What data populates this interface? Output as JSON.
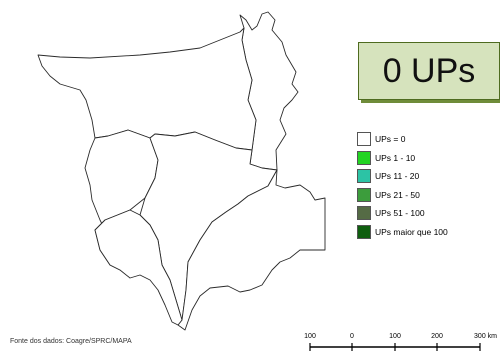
{
  "summary": {
    "count_text": "0 UPs"
  },
  "legend": {
    "items": [
      {
        "label": "UPs = 0",
        "color": "#ffffff"
      },
      {
        "label": "UPs 1 - 10",
        "color": "#22d422"
      },
      {
        "label": "UPs 11 - 20",
        "color": "#2cc3a5"
      },
      {
        "label": "UPs 21 - 50",
        "color": "#3c9d3c"
      },
      {
        "label": "UPs 51 - 100",
        "color": "#556b45"
      },
      {
        "label": "UPs maior que 100",
        "color": "#0f5e0f"
      }
    ]
  },
  "source": {
    "text": "Fonte dos dados: Coagre/SPRC/MAPA"
  },
  "scale": {
    "labels": [
      "100",
      "0",
      "100",
      "200",
      "300 km"
    ]
  },
  "colors": {
    "region_fill": "#ffffff",
    "region_stroke": "#2a2a2a",
    "box_fill": "#d6e3bd"
  }
}
